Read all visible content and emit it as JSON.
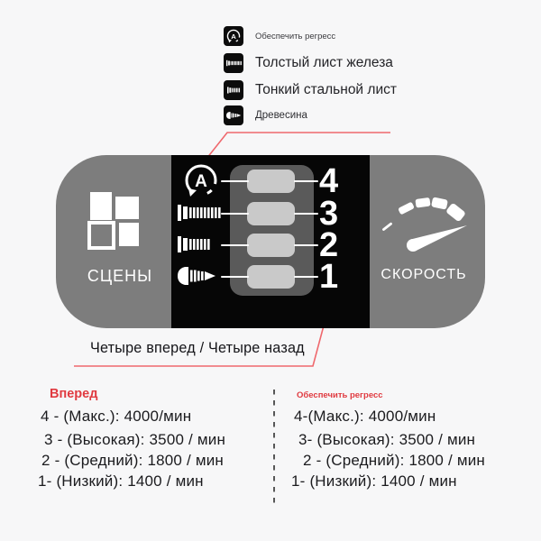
{
  "colors": {
    "background": "#f7f7f8",
    "panel_gray": "#7d7d7d",
    "panel_black": "#060606",
    "track_gray": "#5a5a5a",
    "button_gray": "#c9c9c9",
    "accent_red": "#e03a40",
    "line_red": "#ef686d",
    "dot_red": "#b51622"
  },
  "icons": {
    "auto_letter": "A",
    "names": [
      "auto-regress-icon",
      "thick-bolt-icon",
      "thin-bolt-icon",
      "wood-screw-icon",
      "scenes-grid-icon",
      "speedometer-icon"
    ]
  },
  "legend": {
    "items": [
      {
        "icon": "auto-regress-icon",
        "label": "Обеспечить регресс"
      },
      {
        "icon": "thick-bolt-icon",
        "label": "Толстый лист железа"
      },
      {
        "icon": "thin-bolt-icon",
        "label": "Тонкий стальной лист"
      },
      {
        "icon": "wood-screw-icon",
        "label": "Древесина"
      }
    ]
  },
  "panel": {
    "scenes_label": "СЦЕНЫ",
    "speed_label": "СКОРОСТЬ",
    "gears": [
      {
        "number": "4"
      },
      {
        "number": "3"
      },
      {
        "number": "2"
      },
      {
        "number": "1"
      }
    ]
  },
  "callout": {
    "label": "Четыре вперед / Четыре назад"
  },
  "speed_table": {
    "forward": {
      "title": "Вперед",
      "rows": [
        "4 - (Макс.): 4000/мин",
        "3 - (Высокая): 3500 / мин",
        "2 - (Средний): 1800 / мин",
        "1- (Низкий): 1400 / мин"
      ]
    },
    "reverse": {
      "title": "Обеспечить регресс",
      "rows": [
        "4-(Макс.): 4000/мин",
        "3- (Высокая): 3500 / мин",
        "2 - (Средний): 1800 / мин",
        "1- (Низкий): 1400 / мин"
      ]
    }
  }
}
